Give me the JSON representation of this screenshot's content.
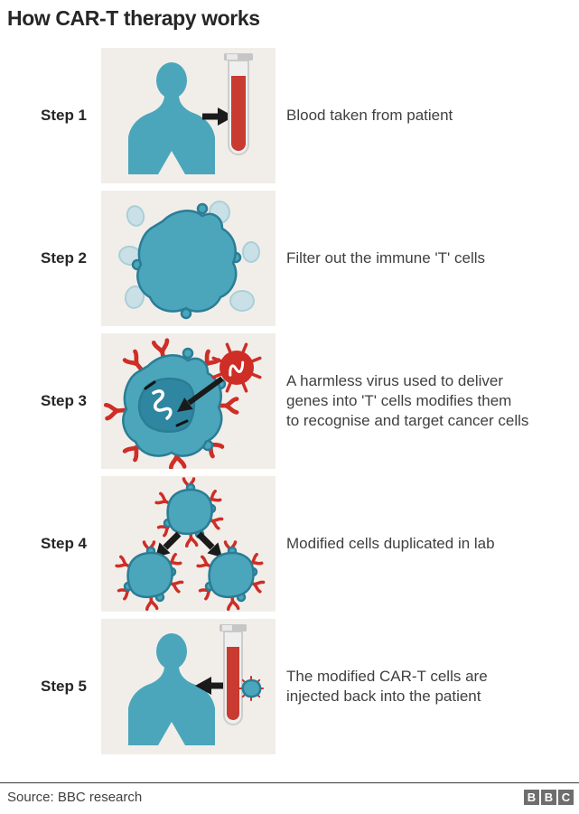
{
  "title": "How CAR-T therapy works",
  "steps": [
    {
      "label": "Step 1",
      "description": "Blood taken from patient",
      "icon": "person-blood-to-test-tube"
    },
    {
      "label": "Step 2",
      "description": "Filter out the immune 'T' cells",
      "icon": "t-cell-among-blood-cells"
    },
    {
      "label": "Step 3",
      "description": "A harmless virus used to deliver\ngenes into 'T' cells  modifies them\nto recognise and target cancer cells",
      "icon": "virus-delivering-genes-into-t-cell"
    },
    {
      "label": "Step 4",
      "description": "Modified cells duplicated in lab",
      "icon": "cell-duplication"
    },
    {
      "label": "Step 5",
      "description": "The modified CAR-T cells are\ninjected back into the patient",
      "icon": "test-tube-to-person"
    }
  ],
  "footer": {
    "source": "Source: BBC research",
    "logo_letters": [
      "B",
      "B",
      "C"
    ]
  },
  "colors": {
    "teal": "#4BA6BB",
    "teal_dark": "#2A7D95",
    "nucleus": "#2E86A1",
    "red": "#CE2E26",
    "blood": "#C93A30",
    "light_cell": "#C9E0E6",
    "light_cell_outline": "#ABCFD8",
    "box_bg": "#F1EEEA",
    "text": "#404040",
    "title": "#262626",
    "arrow": "#1A1A1A",
    "logo_gray": "#6E6E6E"
  }
}
